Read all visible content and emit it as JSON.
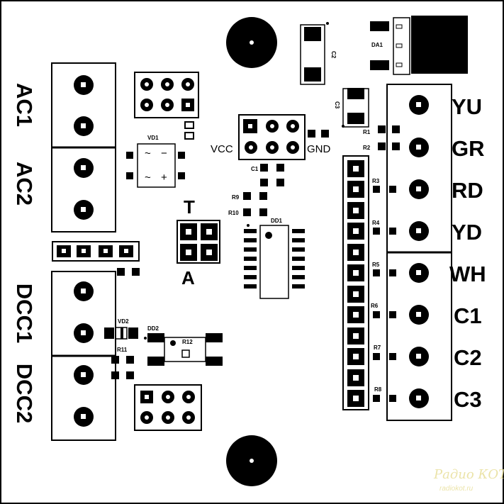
{
  "labels": {
    "left": [
      "AC1",
      "AC2",
      "DCC1",
      "DCC2"
    ],
    "right": [
      "YU",
      "GR",
      "RD",
      "YD",
      "WH",
      "C1",
      "C2",
      "C3"
    ],
    "vcc": "VCC",
    "gnd": "GND",
    "t": "T",
    "a": "A"
  },
  "refdes": {
    "vd1": "VD1",
    "da1": "DA1",
    "c1": "C1",
    "c2": "C2",
    "c3": "C3",
    "r9": "R9",
    "r10": "R10",
    "dd1": "DD1",
    "vd2": "VD2",
    "dd2": "DD2",
    "r11": "R11",
    "r12": "R12",
    "r_right": [
      "R1",
      "R2",
      "R3",
      "R4",
      "R5",
      "R6",
      "R7",
      "R8"
    ]
  },
  "bridge_symbols": [
    "~",
    "−",
    "~",
    "+"
  ],
  "watermark": {
    "logo_text": "Радио КОТ",
    "url": "radiokot.ru"
  }
}
